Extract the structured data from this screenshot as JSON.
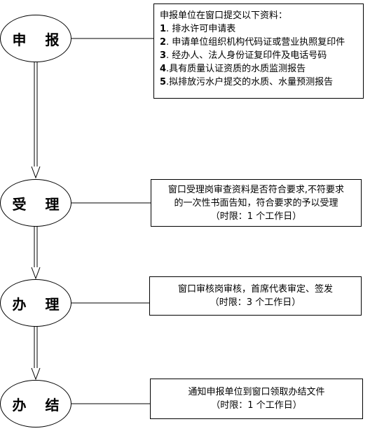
{
  "stages": [
    {
      "label": "申 报"
    },
    {
      "label": "受 理"
    },
    {
      "label": "办 理"
    },
    {
      "label": "办 结"
    }
  ],
  "boxes": [
    {
      "lines": [
        {
          "num": "",
          "text": "申报单位在窗口提交以下资料："
        },
        {
          "num": "1",
          "text": ". 排水许可申请表"
        },
        {
          "num": "2",
          "text": ". 申请单位组织机构代码证或营业执照复印件"
        },
        {
          "num": "3",
          "text": ". 经办人、法人身份证复印件及电话号码"
        },
        {
          "num": "4",
          "text": ".具有质量认证资质的水质监测报告"
        },
        {
          "num": "5",
          "text": ".拟排放污水户提交的水质、水量预测报告"
        }
      ]
    },
    {
      "lines": [
        {
          "text": "窗口受理岗审查资料是否符合要求,不符要求"
        },
        {
          "text": "的一次性书面告知，符合要求的予以受理"
        },
        {
          "text": "（时限：1 个工作日）"
        }
      ]
    },
    {
      "lines": [
        {
          "text": "窗口审核岗审核，首席代表审定、签发"
        },
        {
          "text": "（时限：3 个工作日）"
        }
      ]
    },
    {
      "lines": [
        {
          "text": "通知申报单位到窗口领取办结文件"
        },
        {
          "text": "（时限：1 个工作日）"
        }
      ]
    }
  ]
}
